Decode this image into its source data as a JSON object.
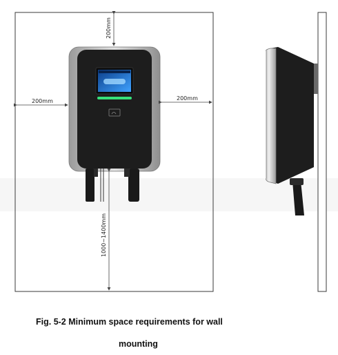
{
  "figure": {
    "caption_line1": "Fig. 5-2 Minimum space requirements for wall",
    "caption_line2": "mounting"
  },
  "dimensions": {
    "top": "200mm",
    "left": "200mm",
    "right": "200mm",
    "bottom": "1000~1400mm"
  },
  "colors": {
    "wall_line": "#3a3a3a",
    "device_body": "#1d1d1d",
    "device_frame": "#b8b8b8",
    "screen_blue": "#1a6fd6",
    "status_green": "#37e07a",
    "dimension_line": "#444444"
  }
}
